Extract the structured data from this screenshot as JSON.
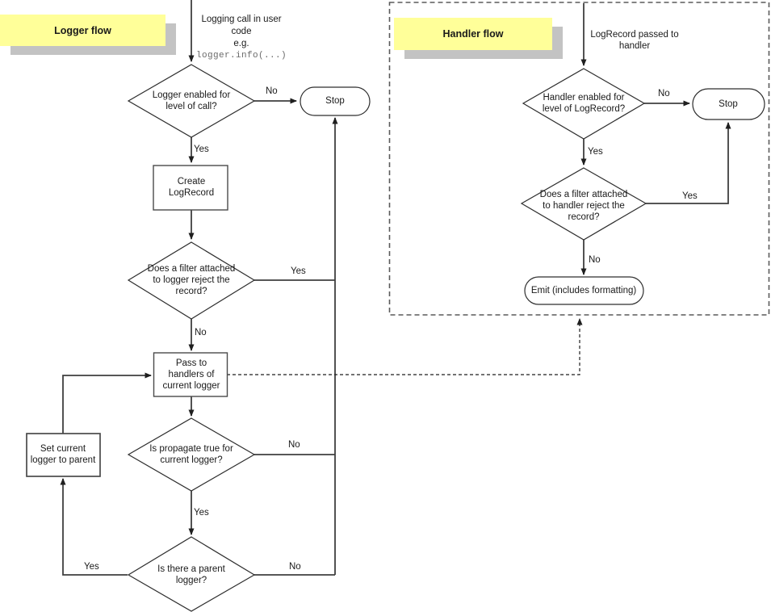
{
  "titles": {
    "logger": "Logger flow",
    "handler": "Handler flow"
  },
  "colors": {
    "highlight": "#ffff99",
    "shadow": "#c3c3c3",
    "line": "#3f3f3f",
    "shape_stroke": "#2e2e2e"
  },
  "logger_flow": {
    "entry": {
      "lines": [
        "Logging call in user",
        "code",
        "e.g."
      ],
      "code": "logger.info(...)"
    },
    "nodes": {
      "enabled": [
        "Logger enabled for",
        "level of call?"
      ],
      "stop": "Stop",
      "create": [
        "Create",
        "LogRecord"
      ],
      "filter": [
        "Does a filter attached",
        "to logger reject the",
        "record?"
      ],
      "pass": [
        "Pass to",
        "handlers of",
        "current logger"
      ],
      "propagate": [
        "Is propagate true for",
        "current logger?"
      ],
      "parent": [
        "Is there a parent",
        "logger?"
      ],
      "set_parent": [
        "Set current",
        "logger to parent"
      ]
    },
    "labels": {
      "enabled_no": "No",
      "enabled_yes": "Yes",
      "filter_yes": "Yes",
      "filter_no": "No",
      "propagate_no": "No",
      "propagate_yes": "Yes",
      "parent_no": "No",
      "parent_yes": "Yes"
    }
  },
  "handler_flow": {
    "entry": {
      "lines": [
        "LogRecord passed to",
        "handler"
      ]
    },
    "nodes": {
      "enabled": [
        "Handler enabled for",
        "level of LogRecord?"
      ],
      "stop": "Stop",
      "filter": [
        "Does a filter attached",
        "to handler reject the",
        "record?"
      ],
      "emit": "Emit (includes formatting)"
    },
    "labels": {
      "enabled_no": "No",
      "enabled_yes": "Yes",
      "filter_yes": "Yes",
      "filter_no": "No"
    }
  }
}
